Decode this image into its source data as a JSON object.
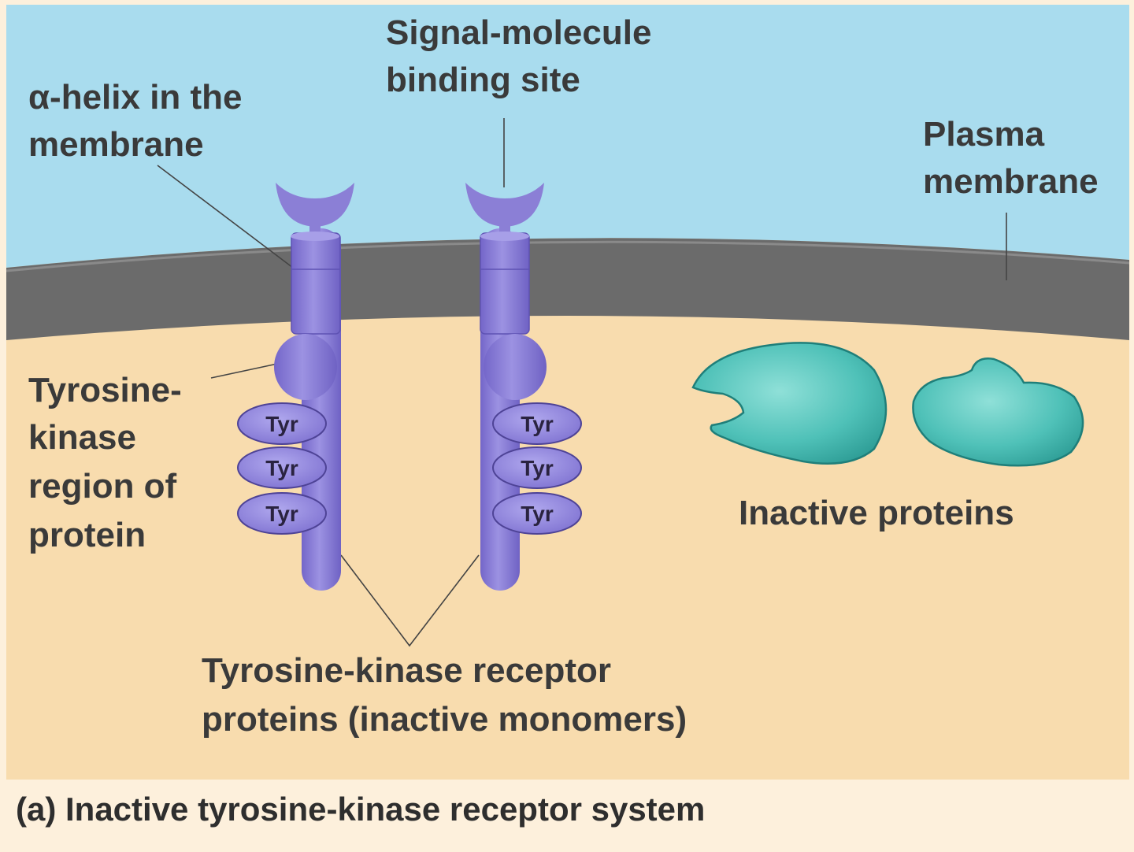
{
  "labels": {
    "signal_site_line1": "Signal-molecule",
    "signal_site_line2": "binding site",
    "alpha_helix_line1": "α-helix in the",
    "alpha_helix_line2": "membrane",
    "plasma_membrane_line1": "Plasma",
    "plasma_membrane_line2": "membrane",
    "tk_region_line1": "Tyrosine-",
    "tk_region_line2": "kinase",
    "tk_region_line3": "region of",
    "tk_region_line4": "protein",
    "inactive_proteins": "Inactive proteins",
    "receptor_line1": "Tyrosine-kinase receptor",
    "receptor_line2": "proteins (inactive monomers)"
  },
  "tyr_label": "Tyr",
  "caption": "(a) Inactive tyrosine-kinase receptor system",
  "colors": {
    "extracellular": "#a9dcee",
    "membrane": "#6b6b6b",
    "cytoplasm": "#f8dcae",
    "caption_band": "#fdf0dc",
    "receptor": "#8b7fd6",
    "receptor_dark": "#6a5fbf",
    "inactive_protein": "#4fc1b8"
  }
}
